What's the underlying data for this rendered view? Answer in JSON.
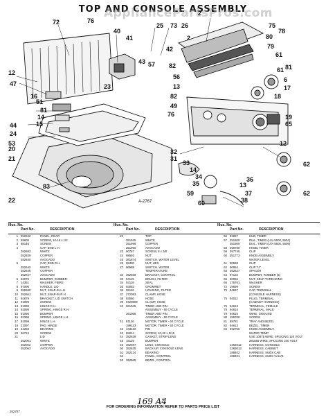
{
  "title": "TOP AND CONSOLE ASSEMBLY",
  "watermark": "AppliancePartsPros.com",
  "figure_label": "A-2767",
  "callouts": [
    "72",
    "76",
    "40",
    "41",
    "25",
    "73",
    "26",
    "78",
    "75",
    "42",
    "80",
    "79",
    "2",
    "61",
    "6",
    "2",
    "12",
    "57",
    "43",
    "47",
    "23",
    "56",
    "82",
    "51",
    "17",
    "81",
    "14",
    "15",
    "16",
    "13",
    "82",
    "49",
    "44",
    "18",
    "76",
    "24",
    "19",
    "53",
    "65",
    "20",
    "21",
    "22",
    "32",
    "12",
    "31",
    "62",
    "33",
    "14",
    "34",
    "35",
    "13",
    "83",
    "36",
    "37",
    "38",
    "59",
    "60",
    "81",
    "61",
    "62"
  ],
  "parts_header": {
    "illus": "Illus. No.",
    "part": "Part No.",
    "description": "DESCRIPTION"
  },
  "parts_col1": [
    [
      "1",
      "352632",
      "PANEL, REAR"
    ],
    [
      "2",
      "89605",
      "SCREW, 10-16 x 1/2"
    ],
    [
      "3",
      "88146",
      "SCREW"
    ],
    [
      "4",
      "",
      "CAP, END L.H."
    ],
    [
      "",
      "352683",
      "WHITE"
    ],
    [
      "",
      "352839",
      "COPPER"
    ],
    [
      "",
      "352840",
      "AVOCADO"
    ],
    [
      "5",
      "",
      "CAP, END R.H."
    ],
    [
      "",
      "352642",
      "WHITE"
    ],
    [
      "",
      "352646",
      "COPPER"
    ],
    [
      "",
      "352847",
      "AVOCADO"
    ],
    [
      "6",
      "63070",
      "BUMPER, RUBBER"
    ],
    [
      "7",
      "14351",
      "WASHER, FIBRE"
    ],
    [
      "8",
      "97090",
      "HANDLE, LID"
    ],
    [
      "9",
      "352680",
      "NUT, SNAP-IN L.H."
    ],
    [
      "10",
      "352661",
      "NUT, SNAP-IN R.H."
    ],
    [
      "11",
      "92879",
      "BRACKET, LID SWITCH"
    ],
    [
      "12",
      "91099",
      "SCREW"
    ],
    [
      "13",
      "91098",
      "HINGE R.H."
    ],
    [
      "14",
      "92099",
      "SPRING, HINGE R.H."
    ],
    [
      "15",
      "91095",
      "BUMPER"
    ],
    [
      "16",
      "92398",
      "SPRING, HINGE L.H."
    ],
    [
      "17",
      "91099",
      "HINGE L.H."
    ],
    [
      "18",
      "21097",
      "PAD, HINGE"
    ],
    [
      "19",
      "21258",
      "BEARING"
    ],
    [
      "20",
      "56724",
      "SCREW"
    ],
    [
      "21",
      "",
      "LID"
    ],
    [
      "",
      "352061",
      "WHITE"
    ],
    [
      "",
      "352062",
      "COPPER"
    ],
    [
      "",
      "352063",
      "AVOCADO"
    ]
  ],
  "parts_col2": [
    [
      "22",
      "",
      "TOP"
    ],
    [
      "",
      "351935",
      "WHITE"
    ],
    [
      "",
      "351998",
      "COPPER"
    ],
    [
      "",
      "351960",
      "AVOCADO"
    ],
    [
      "23",
      "90767",
      "SCREW, 8 x 3/8"
    ],
    [
      "24",
      "98591",
      "NUT"
    ],
    [
      "25",
      "381874",
      "SWITCH, WATER LEVEL"
    ],
    [
      "26",
      "98430",
      "NUT, HEX"
    ],
    [
      "27",
      "96989",
      "SWITCH, WATER"
    ],
    [
      "",
      "",
      "TEMPERATURE"
    ],
    [
      "32",
      "352669",
      "BRACKET, CONTROL"
    ],
    [
      "33",
      "94115",
      "BRUSH, FILTER"
    ],
    [
      "34",
      "93118",
      "SEAL"
    ],
    [
      "35",
      "93083",
      "GROMMET"
    ],
    [
      "36",
      "95116",
      "HOUSING, FILTER"
    ],
    [
      "37",
      "272083",
      "CLAMP, HOSE"
    ],
    [
      "38",
      "93060",
      "HOSE"
    ],
    [
      "39",
      "9420909",
      "CLAMP, HOSE"
    ],
    [
      "40",
      "361045",
      "TIMER AND PIN"
    ],
    [
      "",
      "",
      "ASSEMBLY - 60 CYCLE"
    ],
    [
      "",
      "361058",
      "TIMER AND PIN"
    ],
    [
      "",
      "",
      "ASSEMBLY - 50 CYCLE"
    ],
    [
      "41",
      "81126",
      "MOTOR, TIMER - 60 CYCLE"
    ],
    [
      "",
      "199123",
      "MOTOR, TIMER - 50 CYCLE"
    ],
    [
      "42",
      "443120",
      "PIN"
    ],
    [
      "43",
      "99014",
      "SCREW, 10-32 x 5/16"
    ],
    [
      "44",
      "352628",
      "GASKET, STRIP LENS"
    ],
    [
      "45",
      "15119",
      "BUMPER"
    ],
    [
      "46",
      "352697",
      "LENS, CONSOLE"
    ],
    [
      "50",
      "352635",
      "BACK-UP, CONSOLE LENS"
    ],
    [
      "51",
      "352124",
      "BEARING"
    ],
    [
      "52",
      "",
      "PANEL, CONTROL"
    ],
    [
      "53",
      "352865",
      "BEZEL, CONTROL"
    ]
  ],
  "parts_col3": [
    [
      "56",
      "93287",
      "HUB, TIMER"
    ],
    [
      "57",
      "351808",
      "DIAL, TIMER (LVA 5600, 5604)"
    ],
    [
      "",
      "351809",
      "DIAL, TIMER (LVA 5605, 5609)"
    ],
    [
      "58",
      "359789",
      "KNOB, TIMER"
    ],
    [
      "59",
      "297745",
      "CLIP"
    ],
    [
      "60",
      "351773",
      "KNOB ASSEMBLY,"
    ],
    [
      "",
      "",
      "WATER LEVEL"
    ],
    [
      "61",
      "90598",
      "CLIP"
    ],
    [
      "62",
      "90954",
      "CLIP \"U\""
    ],
    [
      "63",
      "352627",
      "SPACER"
    ],
    [
      "64",
      "97122",
      "BUMPER, RUBBER (6)"
    ],
    [
      "65",
      "90056",
      "NUT, SELF-THREADING"
    ],
    [
      "66",
      "175761",
      "WASHER"
    ],
    [
      "72",
      "19699",
      "SCREW"
    ],
    [
      "73",
      "94637",
      "CAP, TERMINAL"
    ],
    [
      "",
      "",
      "(CONSOLE HARNESS)"
    ],
    [
      "75",
      "94011",
      "PLUG, TERMINAL"
    ],
    [
      "",
      "",
      "(CABINET HARNESS)"
    ],
    [
      "76",
      "94613",
      "TERMINAL, FEMALE"
    ],
    [
      "78",
      "94614",
      "TERMINAL, MALE"
    ],
    [
      "79",
      "94615",
      "WIRE, GROUND"
    ],
    [
      "80",
      "189708",
      "SCREW"
    ],
    [
      "81",
      "89781",
      "TRAY AND BEZEL"
    ],
    [
      "82",
      "94613",
      "BEZEL, TIMER"
    ],
    [
      "84",
      "392756",
      "KNOB ASSEMBLY,"
    ],
    [
      "",
      "",
      "WATER TEMP"
    ],
    [
      "",
      "",
      "USE 10875 WIRE, SPLICING 120 VOLT"
    ],
    [
      "",
      "",
      "281685 WIRE, SPLICING 240 VOLT"
    ],
    [
      "",
      "1362012",
      "HARNESS, CONSOLE"
    ],
    [
      "",
      "1363013",
      "HARNESS, CABINET"
    ],
    [
      "",
      "188402",
      "HARNESS, SUDS CAB"
    ],
    [
      "",
      "188401",
      "HARNESS, SUDS VALVE"
    ]
  ],
  "footnote": "FOR ORDERING INFORMATION REFER TO PARTS PRICE LIST",
  "page_number": "4",
  "doc_number": "352787",
  "handwritten": "169 A4"
}
